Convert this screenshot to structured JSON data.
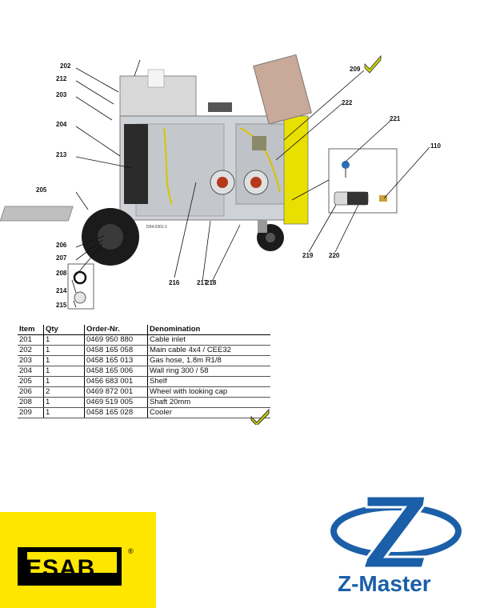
{
  "diagram": {
    "callouts": [
      "202",
      "212",
      "203",
      "204",
      "213",
      "205",
      "206",
      "207",
      "208",
      "214",
      "215",
      "216",
      "217",
      "218",
      "209",
      "222",
      "221",
      "110",
      "219",
      "220"
    ],
    "drawing_code": "D04.0301:1"
  },
  "table": {
    "headers": [
      "Item",
      "Qty",
      "Order-Nr.",
      "Denomination"
    ],
    "rows": [
      [
        "201",
        "1",
        "0469 950 880",
        "Cable inlet"
      ],
      [
        "202",
        "1",
        "0458 165 058",
        "Main cable 4x4 / CEE32"
      ],
      [
        "203",
        "1",
        "0458 165 013",
        "Gas hose, 1.8m R1/8"
      ],
      [
        "204",
        "1",
        "0458 165 006",
        "Wall ring 300 / 58"
      ],
      [
        "205",
        "1",
        "0456 683 001",
        "Shelf"
      ],
      [
        "206",
        "2",
        "0469 872 001",
        "Wheel with looking cap"
      ],
      [
        "208",
        "1",
        "0469 519 005",
        "Shaft 20mm"
      ],
      [
        "209",
        "1",
        "0458 165 028",
        "Cooler"
      ]
    ]
  },
  "logos": {
    "esab": {
      "text": "ESAB",
      "reg": "®",
      "color": "#ffe600"
    },
    "zmaster": {
      "text": "Z-Master",
      "color": "#1a5fa8"
    }
  },
  "colors": {
    "check": "#c8d200"
  }
}
